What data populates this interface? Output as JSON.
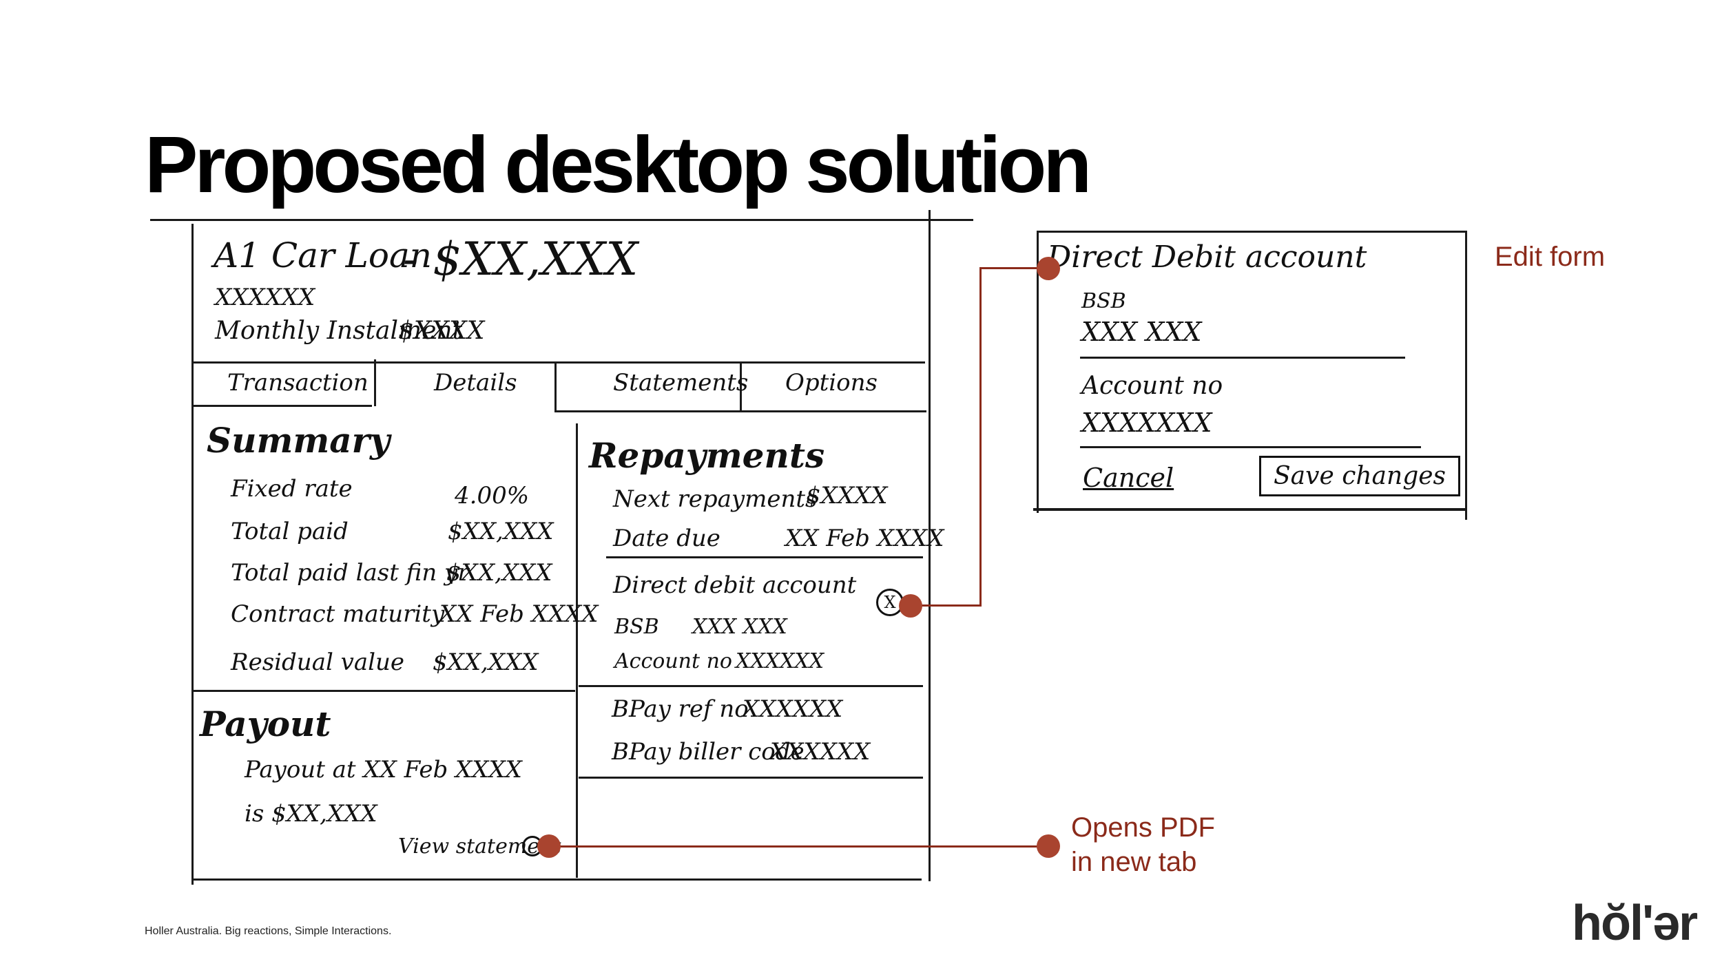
{
  "slide": {
    "title": "Proposed desktop solution",
    "footer": "Holler Australia. Big reactions, Simple Interactions.",
    "logo": "hŏl'ər"
  },
  "loan": {
    "name": "A1 Car Loan",
    "balance": "- $XX,XXX",
    "account_number": "XXXXXX",
    "monthly_label": "Monthly Instalment",
    "monthly_value": "$XXXX"
  },
  "tabs": [
    "Transaction",
    "Details",
    "Statements",
    "Options"
  ],
  "summary": {
    "title": "Summary",
    "rows": [
      {
        "label": "Fixed rate",
        "value": "4.00%"
      },
      {
        "label": "Total paid",
        "value": "$XX,XXX"
      },
      {
        "label": "Total paid last fin yr",
        "value": "$XX,XXX"
      },
      {
        "label": "Contract maturity",
        "value": "XX Feb XXXX"
      },
      {
        "label": "Residual value",
        "value": "$XX,XXX"
      }
    ]
  },
  "payout": {
    "title": "Payout",
    "line1": "Payout at XX Feb XXXX",
    "line2": "is $XX,XXX",
    "view_statement": "View statement"
  },
  "repayments": {
    "title": "Repayments",
    "next_label": "Next repayments",
    "next_value": "$XXXX",
    "date_label": "Date due",
    "date_value": "XX Feb XXXX",
    "direct_debit": {
      "title": "Direct debit account",
      "close": "X",
      "bsb_label": "BSB",
      "bsb_value": "XXX XXX",
      "account_label": "Account no",
      "account_value": "XXXXXX"
    },
    "bpay": {
      "ref_label": "BPay ref no",
      "ref_value": "XXXXXX",
      "biller_label": "BPay biller code",
      "biller_value": "XXXXXX"
    }
  },
  "edit_form": {
    "title": "Direct Debit account",
    "bsb_label": "BSB",
    "bsb_value": "XXX XXX",
    "account_label": "Account no",
    "account_value": "XXXXXXX",
    "cancel": "Cancel",
    "save": "Save changes"
  },
  "annotations": {
    "edit_form": "Edit form",
    "opens_pdf_line1": "Opens PDF",
    "opens_pdf_line2": "in new tab"
  },
  "colors": {
    "annotation": "#8b2a1a",
    "dot": "#a9442f"
  }
}
